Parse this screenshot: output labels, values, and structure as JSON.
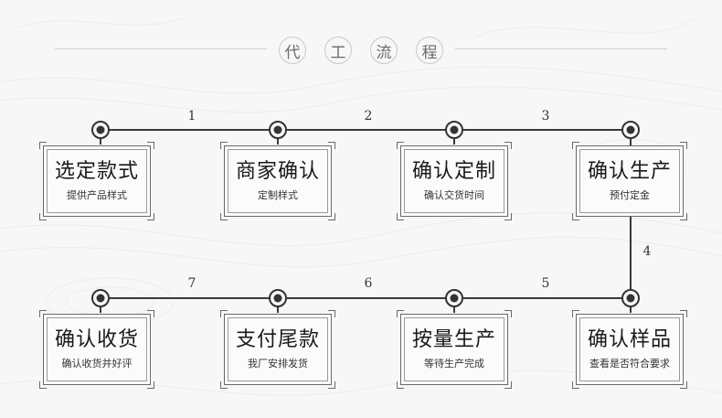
{
  "title": [
    "代",
    "工",
    "流",
    "程"
  ],
  "steps": [
    {
      "title": "选定款式",
      "sub": "提供产品样式"
    },
    {
      "title": "商家确认",
      "sub": "定制样式"
    },
    {
      "title": "确认定制",
      "sub": "确认交货时间"
    },
    {
      "title": "确认生产",
      "sub": "预付定金"
    },
    {
      "title": "确认样品",
      "sub": "查看是否符合要求"
    },
    {
      "title": "按量生产",
      "sub": "等待生产完成"
    },
    {
      "title": "支付尾款",
      "sub": "我厂安排发货"
    },
    {
      "title": "确认收货",
      "sub": "确认收货并好评"
    }
  ],
  "connectors": [
    "1",
    "2",
    "3",
    "4",
    "5",
    "6",
    "7"
  ],
  "colors": {
    "line": "#3a3a3a",
    "box_border": "#6a6a6a",
    "background": "#f7f7f7"
  }
}
